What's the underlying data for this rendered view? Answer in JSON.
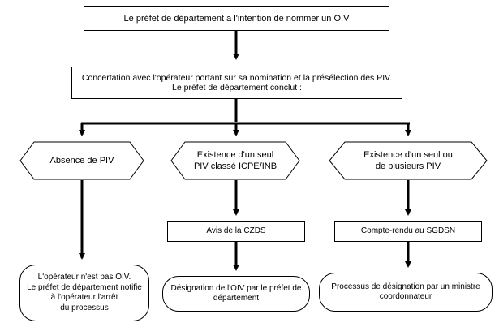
{
  "diagram": {
    "top_box": "Le préfet de département a l'intention de nommer un OIV",
    "concertation": {
      "line1": "Concertation avec l'opérateur portant sur sa nomination et la présélection des PIV.",
      "line2": "Le préfet de département conclut :"
    },
    "branches": [
      {
        "condition": [
          "Absence de PIV"
        ],
        "outcome": [
          "L'opérateur n'est pas OIV.",
          "Le préfet de département notifie",
          "à l'opérateur l'arrêt",
          "du processus"
        ]
      },
      {
        "condition": [
          "Existence d'un seul",
          "PIV classé ICPE/INB"
        ],
        "step": "Avis de la CZDS",
        "outcome": [
          "Désignation de l'OIV par le préfet de",
          "département"
        ]
      },
      {
        "condition": [
          "Existence d'un seul ou",
          "de plusieurs PIV"
        ],
        "step": "Compte-rendu au SGDSN",
        "outcome": [
          "Processus de désignation par un ministre",
          "coordonnateur"
        ]
      }
    ]
  }
}
